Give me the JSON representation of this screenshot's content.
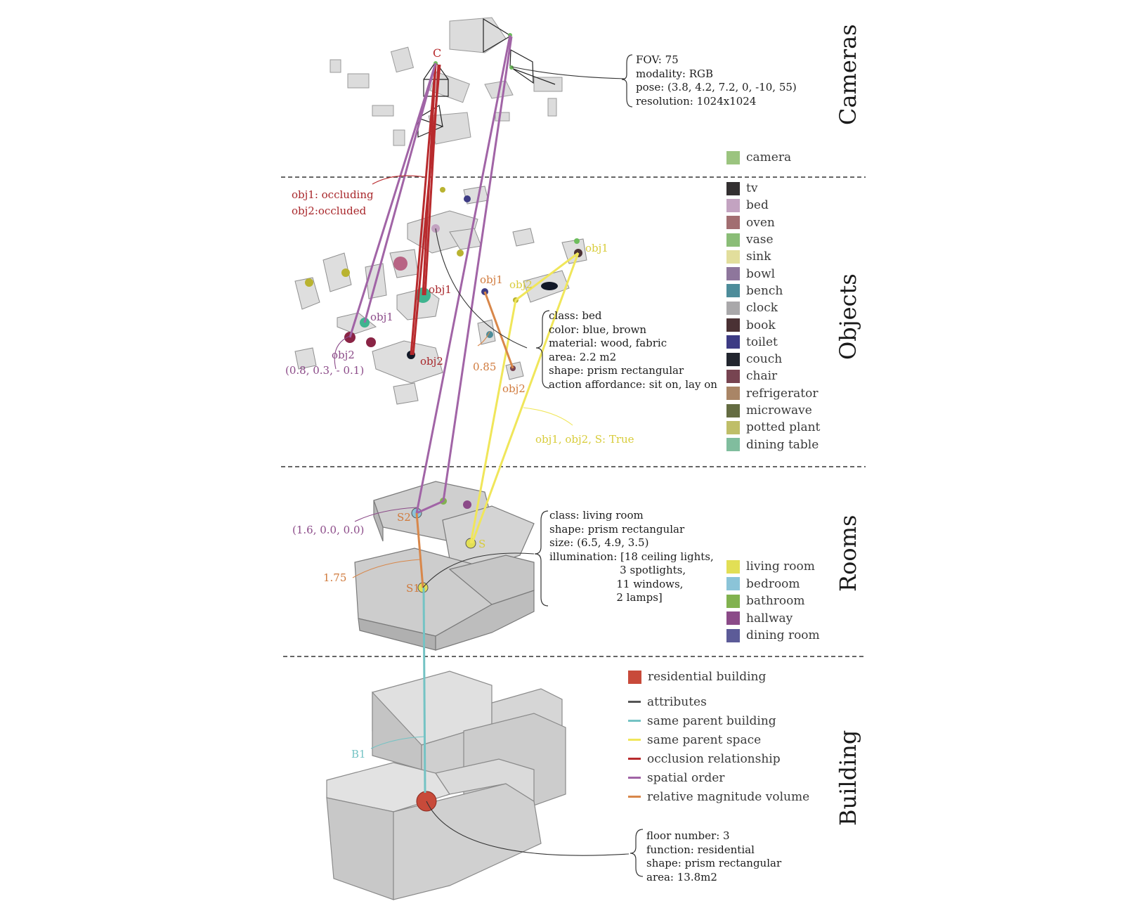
{
  "sections": {
    "cameras": "Cameras",
    "objects": "Objects",
    "rooms": "Rooms",
    "building": "Building"
  },
  "camera_attributes": {
    "lines": [
      "FOV: 75",
      "modality: RGB",
      "pose: (3.8, 4.2, 7.2, 0, -10, 55)",
      "resolution: 1024x1024"
    ]
  },
  "camera_label": "C",
  "object_attributes": {
    "lines": [
      "class: bed",
      "color: blue, brown",
      "material: wood, fabric",
      "area: 2.2 m2",
      "shape: prism rectangular",
      "action affordance: sit on, lay on"
    ]
  },
  "room_attributes": {
    "lines": [
      "class: living room",
      "shape: prism rectangular",
      "size: (6.5, 4.9, 3.5)",
      "illumination: [18 ceiling lights,",
      "                     3 spotlights,",
      "                    11 windows,",
      "                    2 lamps]"
    ]
  },
  "building_attributes": {
    "lines": [
      "floor number: 3",
      "function: residential",
      "shape: prism rectangular",
      "area: 13.8m2"
    ]
  },
  "annotations": {
    "occlusion": [
      "obj1: occluding",
      "obj2:occluded"
    ],
    "occ_obj1": "obj1",
    "occ_obj2": "obj2",
    "spatial_obj1": "obj1",
    "spatial_obj2": "obj2",
    "spatial_vec": "(0.8, 0.3, - 0.1)",
    "magnitude_obj1": "obj1",
    "magnitude_obj2": "obj2",
    "magnitude_val": "0.85",
    "parent_obj1": "obj1",
    "parent_obj2": "obj2",
    "parent_result": "obj1, obj2, S: True",
    "room_vec": "(1.6, 0.0, 0.0)",
    "room_mag": "1.75",
    "room_s1": "S1",
    "room_s2": "S2",
    "room_s": "S",
    "building_b1": "B1"
  },
  "legend_camera": [
    {
      "label": "camera",
      "color": "#9bc47f"
    }
  ],
  "legend_objects": [
    {
      "label": "tv",
      "color": "#333031"
    },
    {
      "label": "bed",
      "color": "#c3a3c1"
    },
    {
      "label": "oven",
      "color": "#a26e71"
    },
    {
      "label": "vase",
      "color": "#8abd77"
    },
    {
      "label": "sink",
      "color": "#e2de9c"
    },
    {
      "label": "bowl",
      "color": "#8e769c"
    },
    {
      "label": "bench",
      "color": "#4d8c9a"
    },
    {
      "label": "clock",
      "color": "#a9a8aa"
    },
    {
      "label": "book",
      "color": "#4a3134"
    },
    {
      "label": "toilet",
      "color": "#3d3b84"
    },
    {
      "label": "couch",
      "color": "#22262f"
    },
    {
      "label": "chair",
      "color": "#774451"
    },
    {
      "label": "refrigerator",
      "color": "#a98566"
    },
    {
      "label": "microwave",
      "color": "#646c42"
    },
    {
      "label": "potted plant",
      "color": "#bfbe68"
    },
    {
      "label": "dining table",
      "color": "#80bd9e"
    }
  ],
  "legend_rooms": [
    {
      "label": "living room",
      "color": "#e2df55"
    },
    {
      "label": "bedroom",
      "color": "#8bc4d8"
    },
    {
      "label": "bathroom",
      "color": "#81b24f"
    },
    {
      "label": "hallway",
      "color": "#8b4a88"
    },
    {
      "label": "dining room",
      "color": "#5c5b98"
    }
  ],
  "legend_building": [
    {
      "label": "residential building",
      "color": "#c84a3a"
    }
  ],
  "legend_edges": [
    {
      "label": "attributes",
      "color": "#555555"
    },
    {
      "label": "same parent building",
      "color": "#74c3c4"
    },
    {
      "label": "same parent space",
      "color": "#f0e65a"
    },
    {
      "label": "occlusion relationship",
      "color": "#b82a2d"
    },
    {
      "label": "spatial order",
      "color": "#a164a6"
    },
    {
      "label": "relative magnitude volume",
      "color": "#d8874a"
    }
  ]
}
